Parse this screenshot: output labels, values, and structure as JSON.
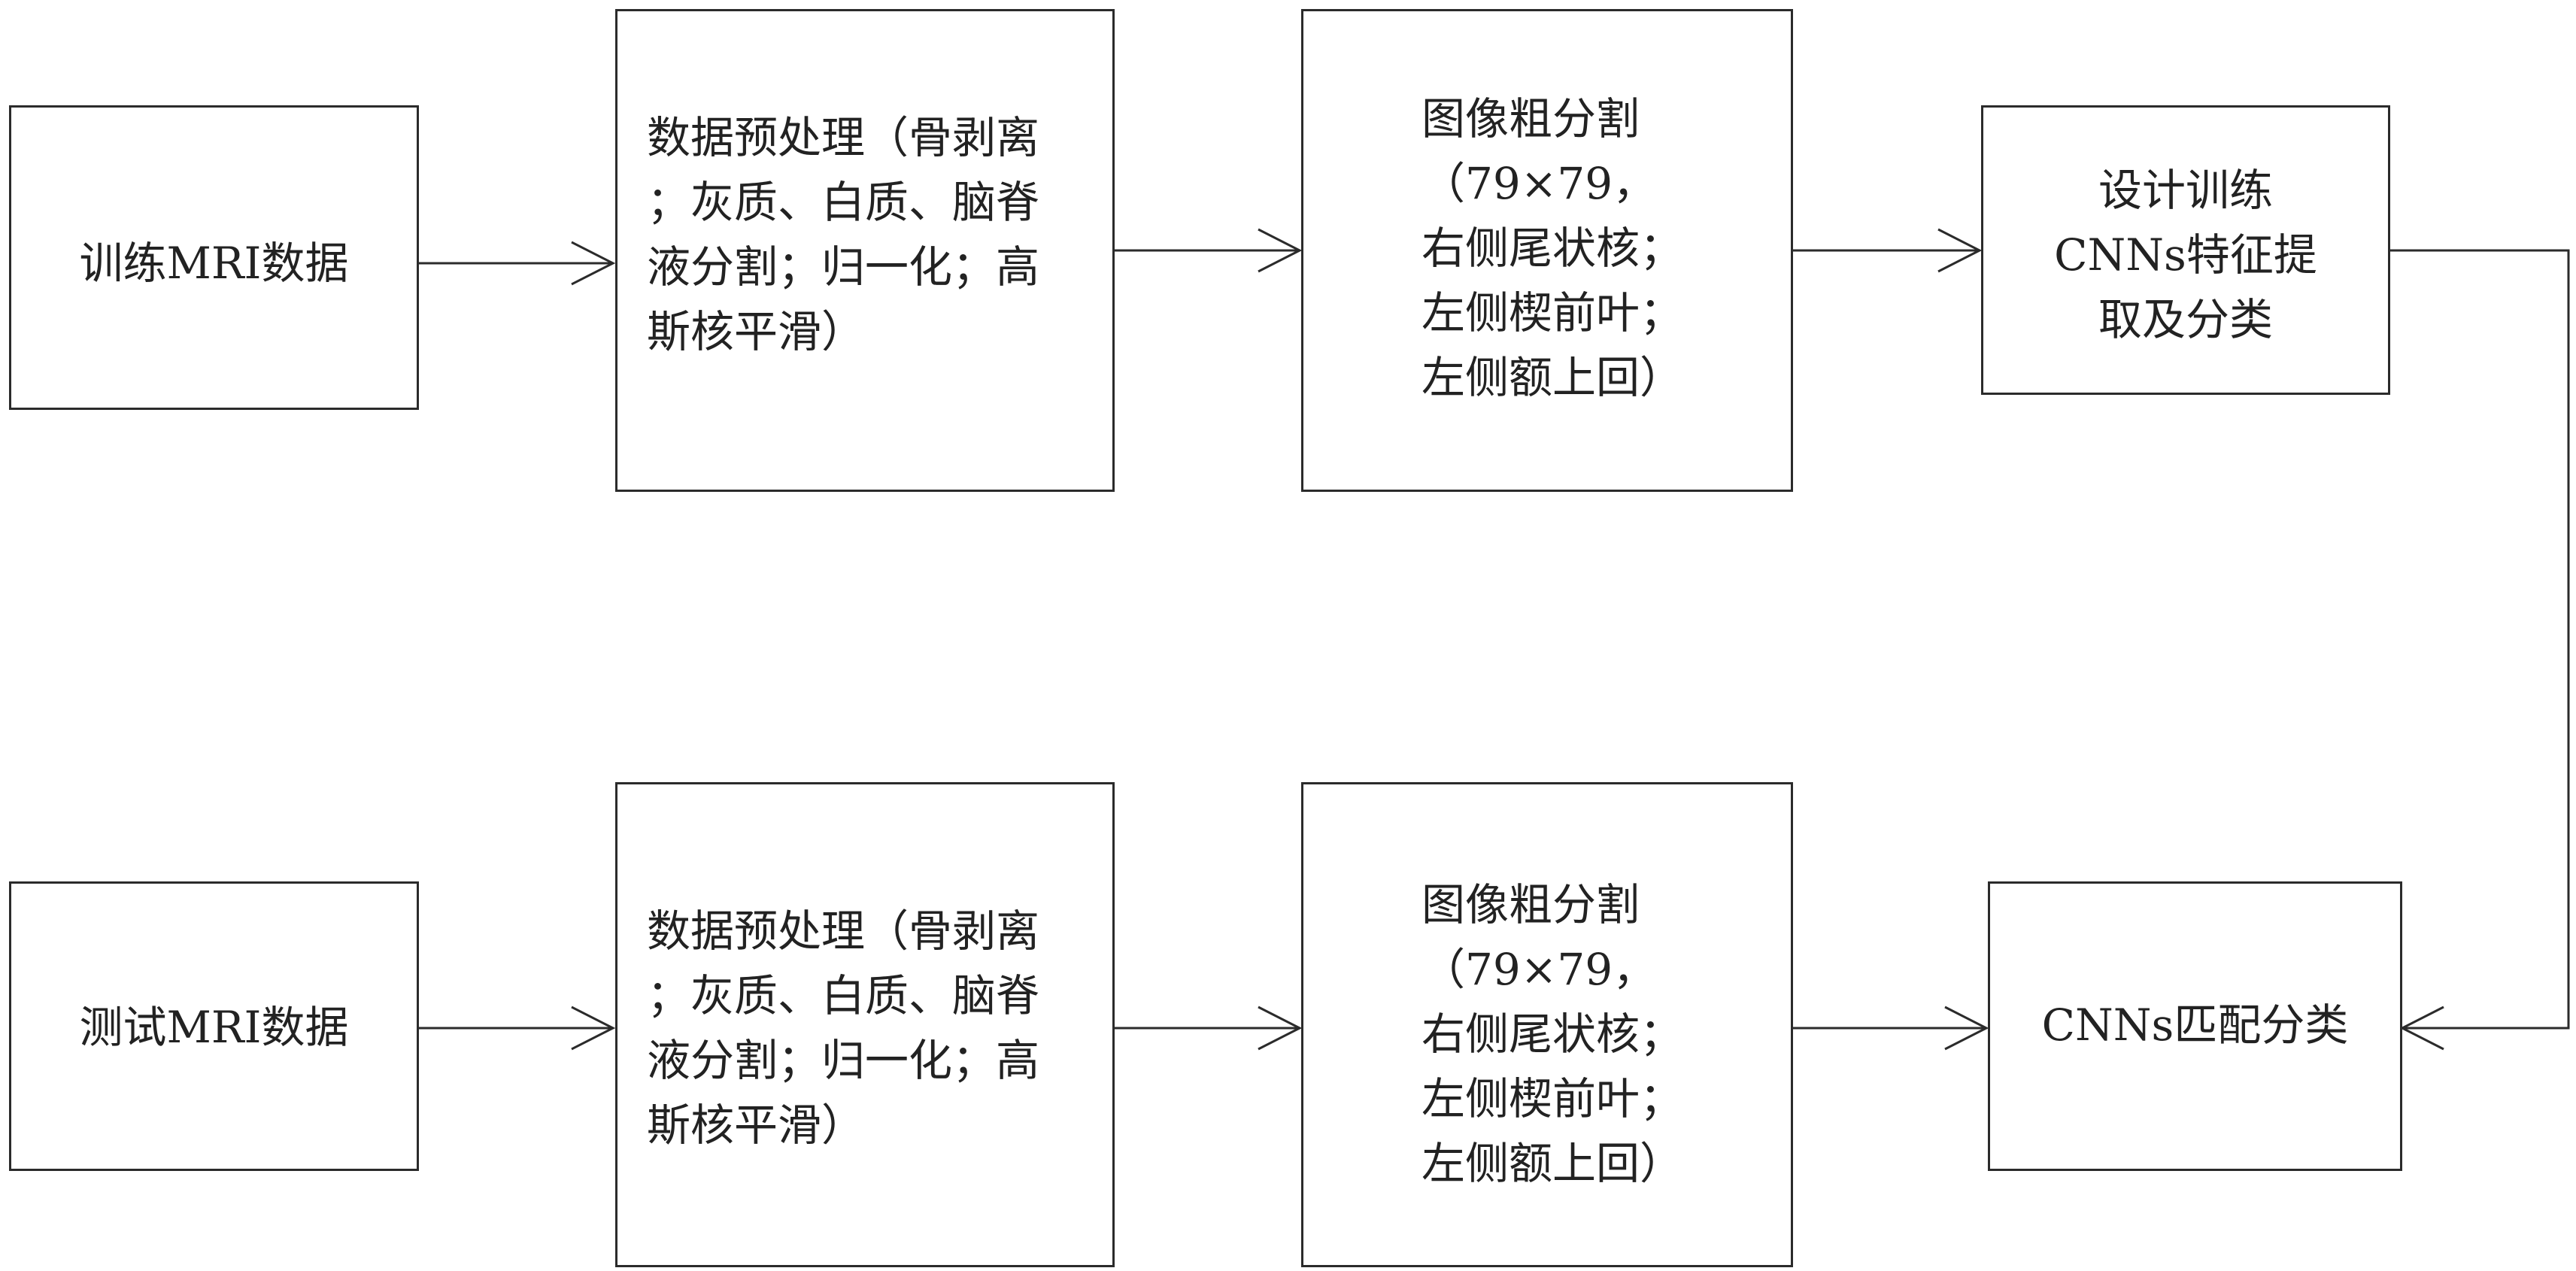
{
  "colors": {
    "stroke": "#2b2b2b",
    "text": "#222222",
    "background": "#ffffff"
  },
  "train": {
    "input": "训练MRI数据",
    "preprocess": [
      "数据预处理（骨剥离",
      "；灰质、白质、脑脊",
      "液分割；归一化；高",
      "斯核平滑）"
    ],
    "segmentation": [
      "图像粗分割",
      "（79×79，",
      "右侧尾状核；",
      "左侧楔前叶；",
      "左侧额上回）"
    ],
    "design": [
      "设计训练",
      "CNNs特征提",
      "取及分类"
    ]
  },
  "test": {
    "input": "测试MRI数据",
    "preprocess": [
      "数据预处理（骨剥离",
      "；灰质、白质、脑脊",
      "液分割；归一化；高",
      "斯核平滑）"
    ],
    "segmentation": [
      "图像粗分割",
      "（79×79，",
      "右侧尾状核；",
      "左侧楔前叶；",
      "左侧额上回）"
    ],
    "match": "CNNs匹配分类"
  }
}
